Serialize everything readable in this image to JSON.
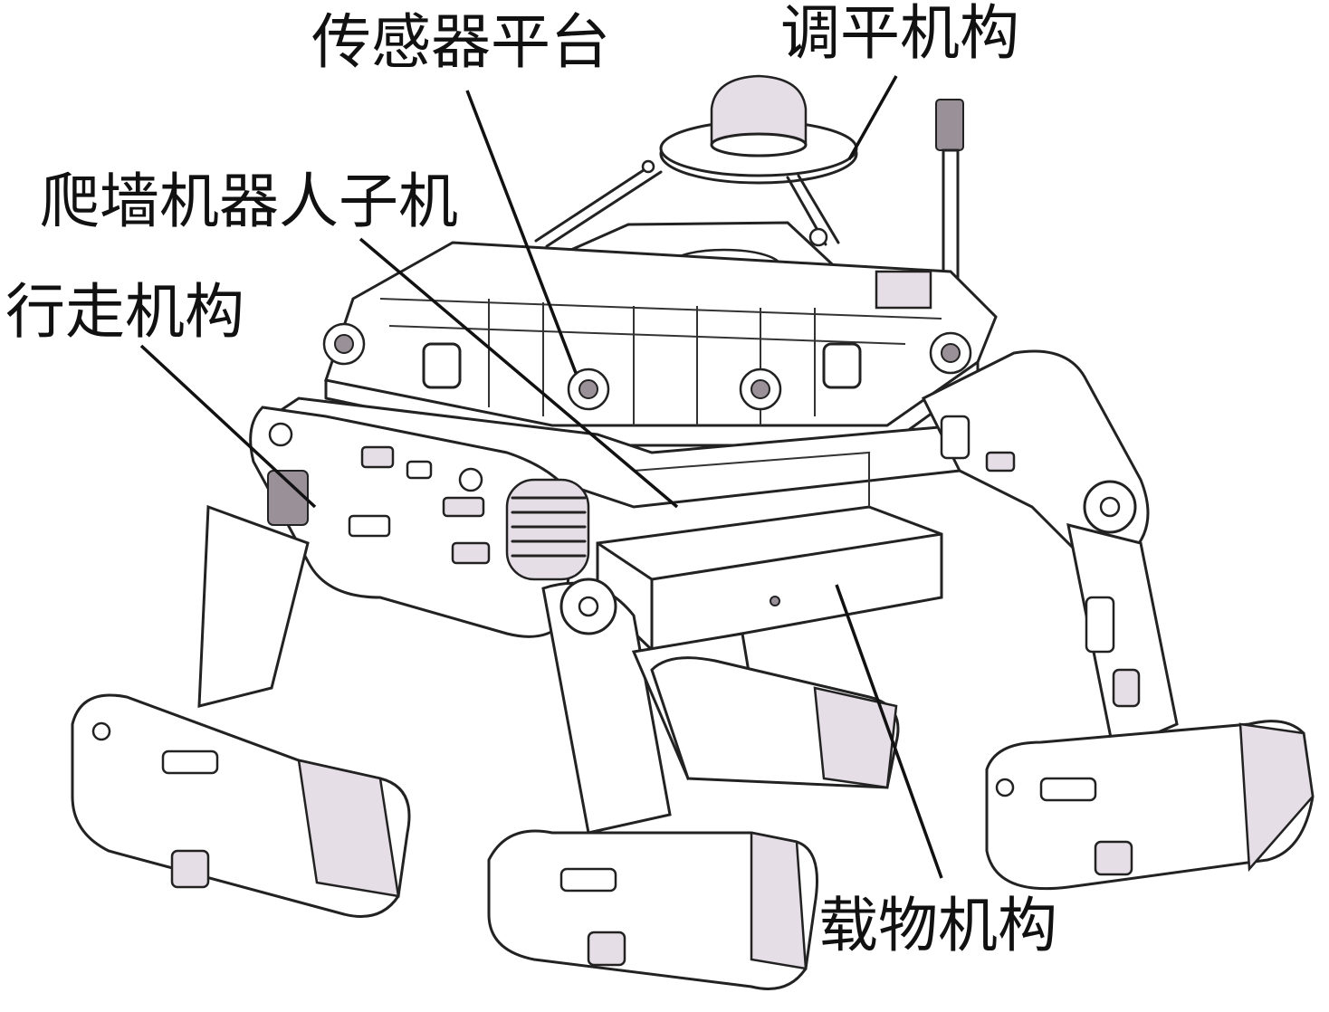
{
  "labels": {
    "sensor_platform": "传感器平台",
    "leveling_mechanism": "调平机构",
    "child_robot": "爬墙机器人子机",
    "walking_mechanism": "行走机构",
    "carrying_mechanism": "载物机构"
  },
  "colors": {
    "line": "#222222",
    "shading": "#e6dee6",
    "background": "#ffffff"
  }
}
